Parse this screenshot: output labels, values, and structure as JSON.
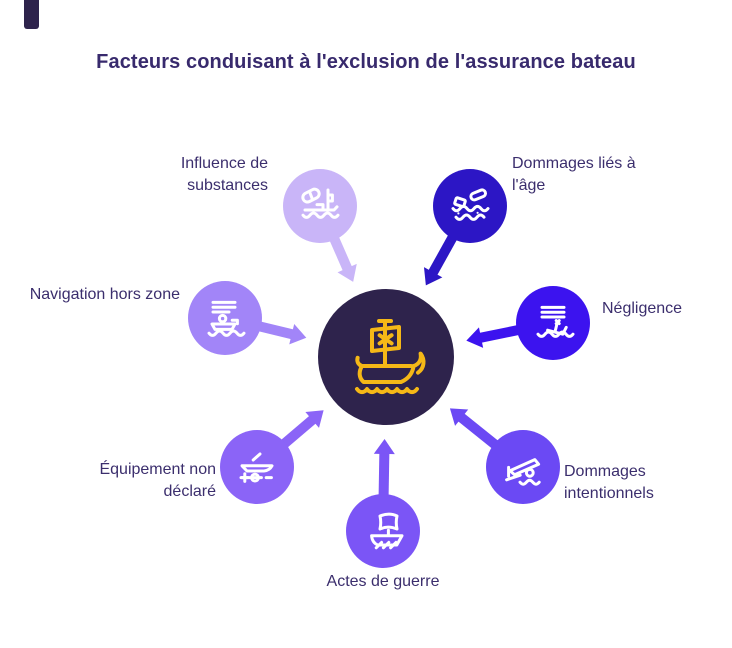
{
  "title": "Facteurs conduisant à l'exclusion de l'assurance bateau",
  "colors": {
    "background": "#ffffff",
    "title_text": "#382a6d",
    "label_text": "#3b2e6d",
    "center_circle": "#2e234c",
    "center_icon": "#f5b817",
    "icon_stroke": "#ffffff",
    "corner_mark": "#2e234c"
  },
  "center": {
    "name": "assurance-bateau",
    "icon": "viking-ship-icon"
  },
  "factors": [
    {
      "id": "influence-substances",
      "label": "Influence de substances",
      "icon": "pill-boat-icon",
      "color": "#c9b5f8"
    },
    {
      "id": "dommages-age",
      "label": "Dommages liés à l'âge",
      "icon": "floating-wreckage-icon",
      "color": "#2c16c5"
    },
    {
      "id": "negligence",
      "label": "Négligence",
      "icon": "sinking-sailboat-icon",
      "color": "#3c13ef"
    },
    {
      "id": "dommages-intentionnels",
      "label": "Dommages intentionnels",
      "icon": "boat-ramp-icon",
      "color": "#6b49f4"
    },
    {
      "id": "actes-guerre",
      "label": "Actes de guerre",
      "icon": "war-galley-icon",
      "color": "#7b55f6"
    },
    {
      "id": "equipement-non-declare",
      "label": "Équipement non déclaré",
      "icon": "boat-trailer-icon",
      "color": "#8b64f7"
    },
    {
      "id": "navigation-hors-zone",
      "label": "Navigation hors zone",
      "icon": "dinghy-rower-icon",
      "color": "#a285f8"
    }
  ]
}
